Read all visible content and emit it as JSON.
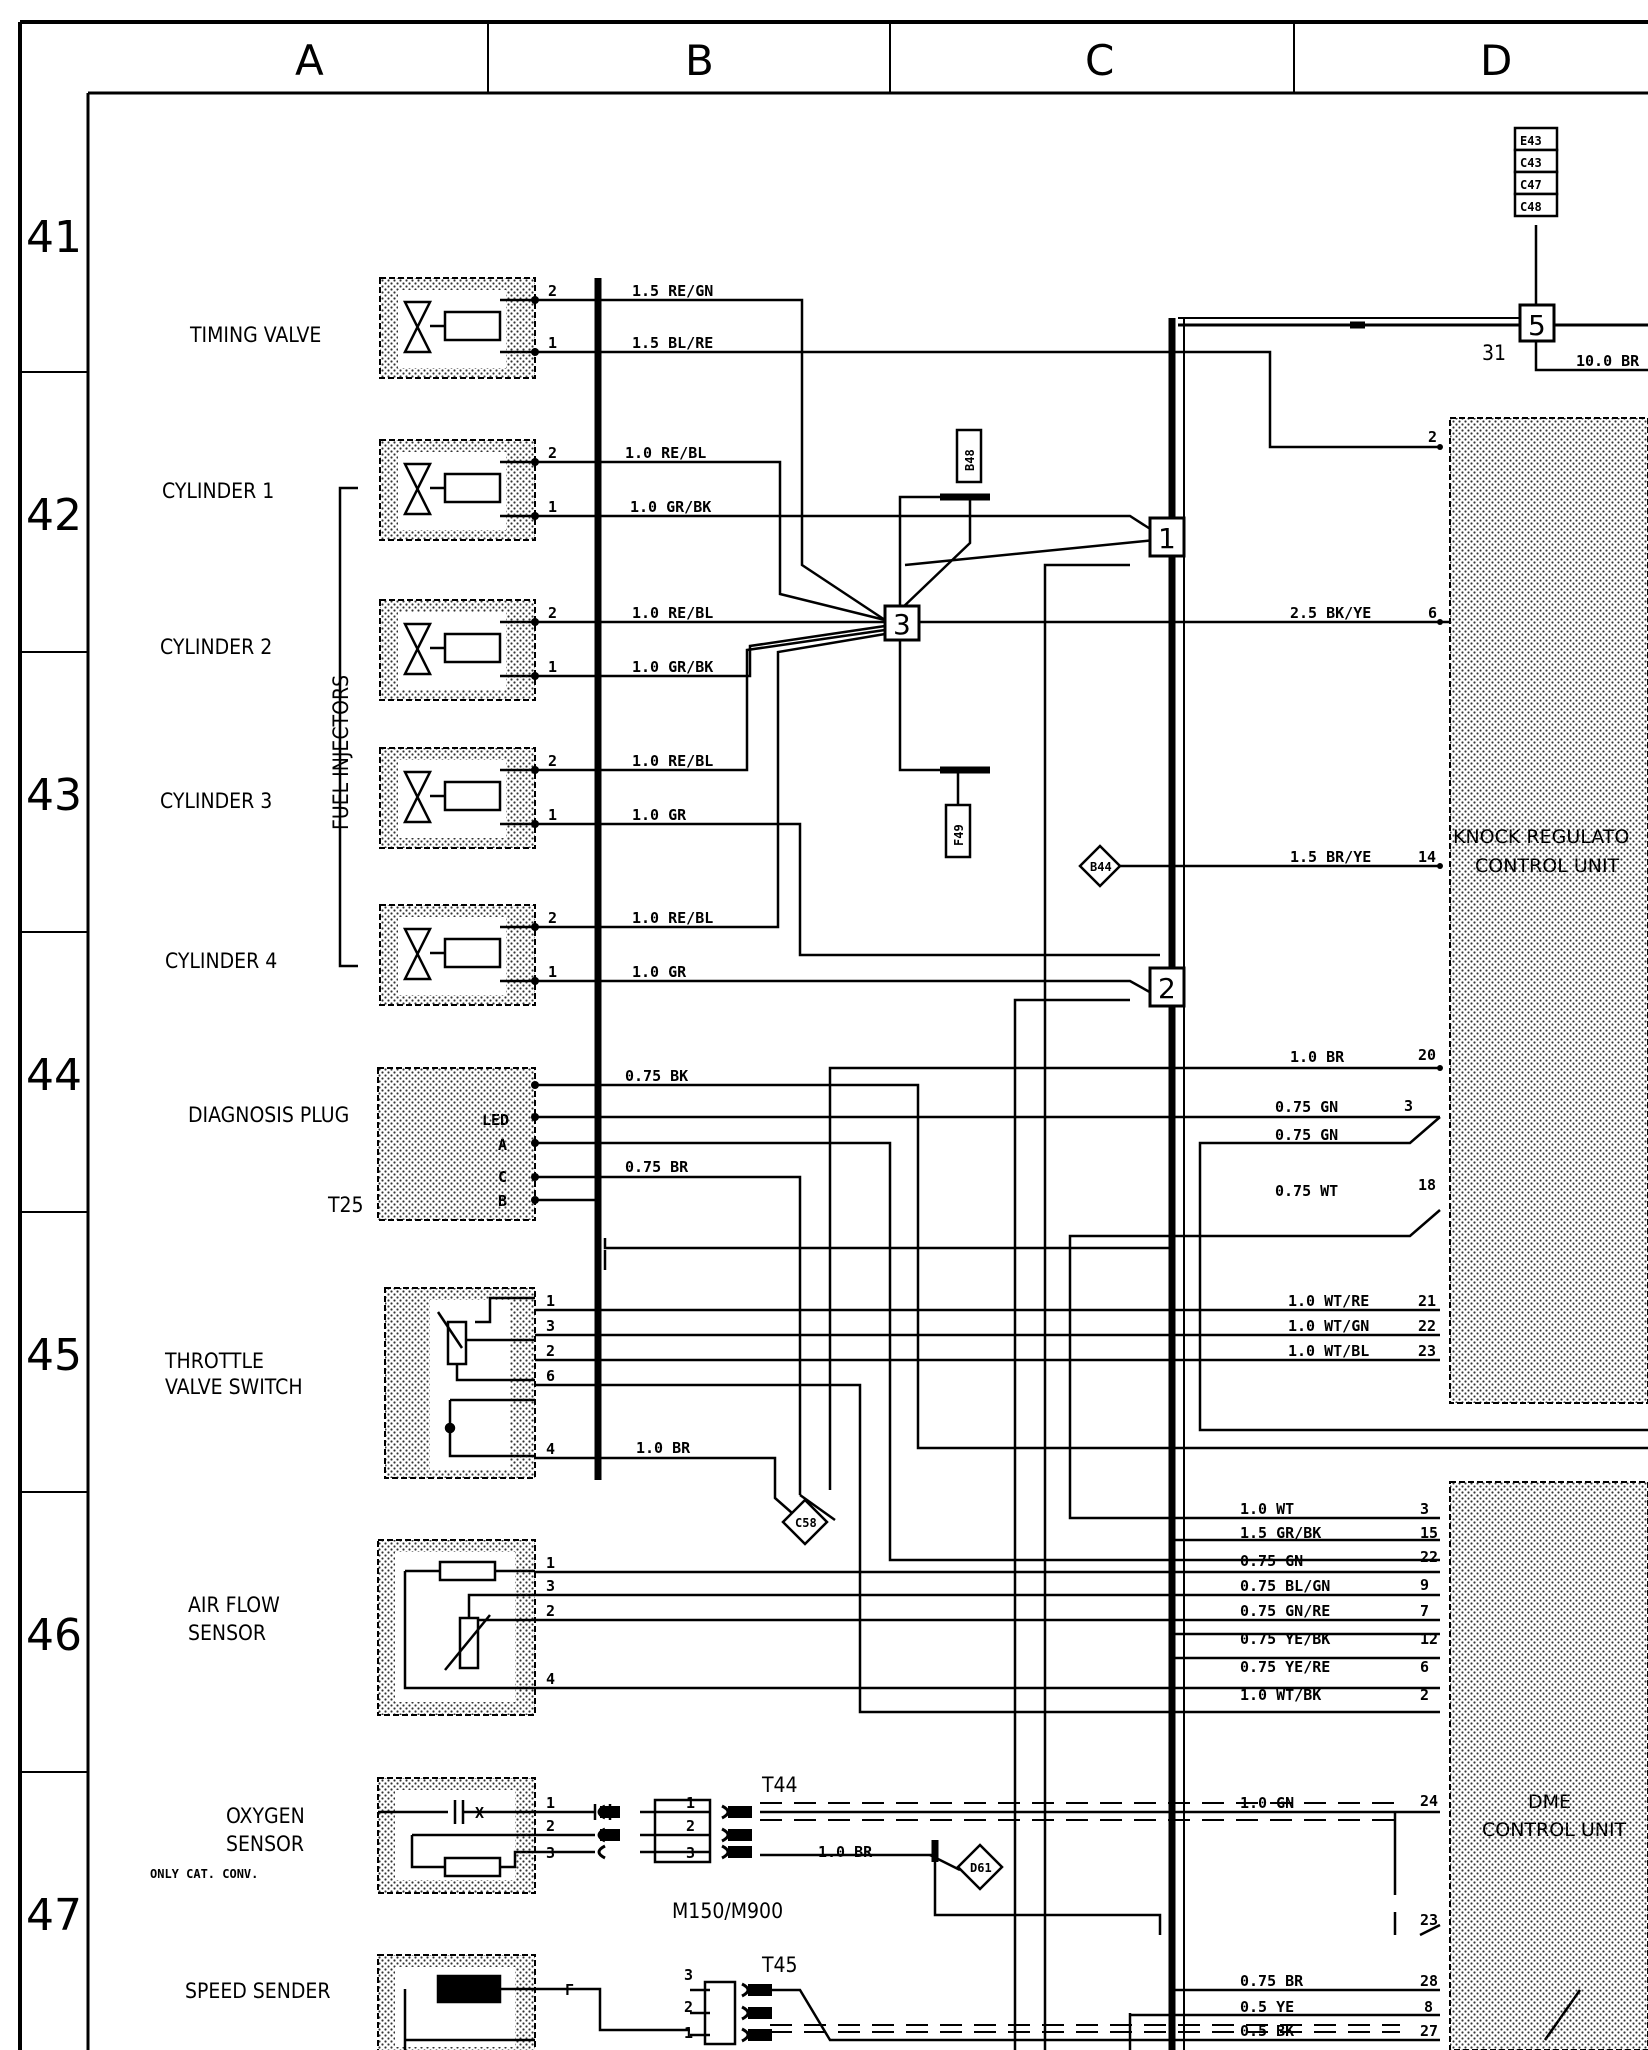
{
  "columns": [
    "A",
    "B",
    "C",
    "D"
  ],
  "rows": [
    "41",
    "42",
    "43",
    "44",
    "45",
    "46",
    "47"
  ],
  "components": {
    "timing_valve": "TIMING VALVE",
    "cylinder_1": "CYLINDER 1",
    "cylinder_2": "CYLINDER 2",
    "cylinder_3": "CYLINDER 3",
    "cylinder_4": "CYLINDER 4",
    "fuel_injectors": "FUEL INJECTORS",
    "diagnosis_plug": "DIAGNOSIS PLUG",
    "t25": "T25",
    "throttle_line1": "THROTTLE",
    "throttle_line2": "VALVE SWITCH",
    "air_flow_line1": "AIR FLOW",
    "air_flow_line2": "SENSOR",
    "oxygen_line1": "OXYGEN",
    "oxygen_line2": "SENSOR",
    "oxygen_line3": "ONLY CAT. CONV.",
    "speed_sender": "SPEED SENDER",
    "knock_line1": "KNOCK REGULATO",
    "knock_line2": "CONTROL UNIT",
    "dme_line1": "DME",
    "dme_line2": "CONTROL UNIT",
    "m150": "M150/M900",
    "t44": "T44",
    "t45": "T45",
    "ground_31": "31"
  },
  "refs": {
    "e43": "E43",
    "c43": "C43",
    "c47": "C47",
    "c48": "C48",
    "b48": "B48",
    "f49": "F49",
    "b44": "B44",
    "c58": "C58",
    "d61": "D61"
  },
  "junctions": {
    "j1": "1",
    "j2": "2",
    "j3": "3",
    "j5": "5"
  },
  "diag_pins": {
    "led": "LED",
    "a": "A",
    "c": "C",
    "b": "B"
  },
  "wires": {
    "w_tv2": "1.5 RE/GN",
    "w_tv1": "1.5 BL/RE",
    "w_10br_top": "10.0 BR",
    "w_c1_2": "1.0 RE/BL",
    "w_c1_1": "1.0 GR/BK",
    "w_c2_2": "1.0 RE/BL",
    "w_c2_1": "1.0 GR/BK",
    "w_c3_2": "1.0 RE/BL",
    "w_c3_1": "1.0 GR",
    "w_c4_2": "1.0 RE/BL",
    "w_c4_1": "1.0 GR",
    "w_25bkye": "2.5 BK/YE",
    "w_15brye": "1.5 BR/YE",
    "w_diag_bk": "0.75 BK",
    "w_diag_br": "0.75 BR",
    "w_10br_20": "1.0 BR",
    "w_075gn_a": "0.75 GN",
    "w_075gn_b": "0.75 GN",
    "w_075wt": "0.75 WT",
    "w_wtre": "1.0 WT/RE",
    "w_wtgn": "1.0 WT/GN",
    "w_wtbl": "1.0 WT/BL",
    "w_thr_br": "1.0 BR",
    "w_dme_3": "1.0 WT",
    "w_dme_15": "1.5 GR/BK",
    "w_dme_22": "0.75 GN",
    "w_dme_9": "0.75 BL/GN",
    "w_dme_7": "0.75 GN/RE",
    "w_dme_12": "0.75 YE/BK",
    "w_dme_6": "0.75 YE/RE",
    "w_dme_2": "1.0 WT/BK",
    "w_dme_24": "1.0 GN",
    "w_ox_br": "1.0 BR",
    "w_sp_28": "0.75 BR",
    "w_sp_8": "0.5 YE",
    "w_sp_27": "0.5 BK"
  },
  "pins": {
    "p2": "2",
    "p1": "1",
    "p3": "3",
    "p4": "4",
    "p6": "6",
    "k2": "2",
    "k6": "6",
    "k14": "14",
    "k20": "20",
    "k3": "3",
    "k18": "18",
    "k21": "21",
    "k22": "22",
    "k23": "23",
    "d3": "3",
    "d15": "15",
    "d22": "22",
    "d9": "9",
    "d7": "7",
    "d12": "12",
    "d6": "6",
    "d2": "2",
    "d24": "24",
    "d23": "23",
    "d28": "28",
    "d8": "8",
    "d27": "27",
    "x": "X",
    "f": "F"
  }
}
